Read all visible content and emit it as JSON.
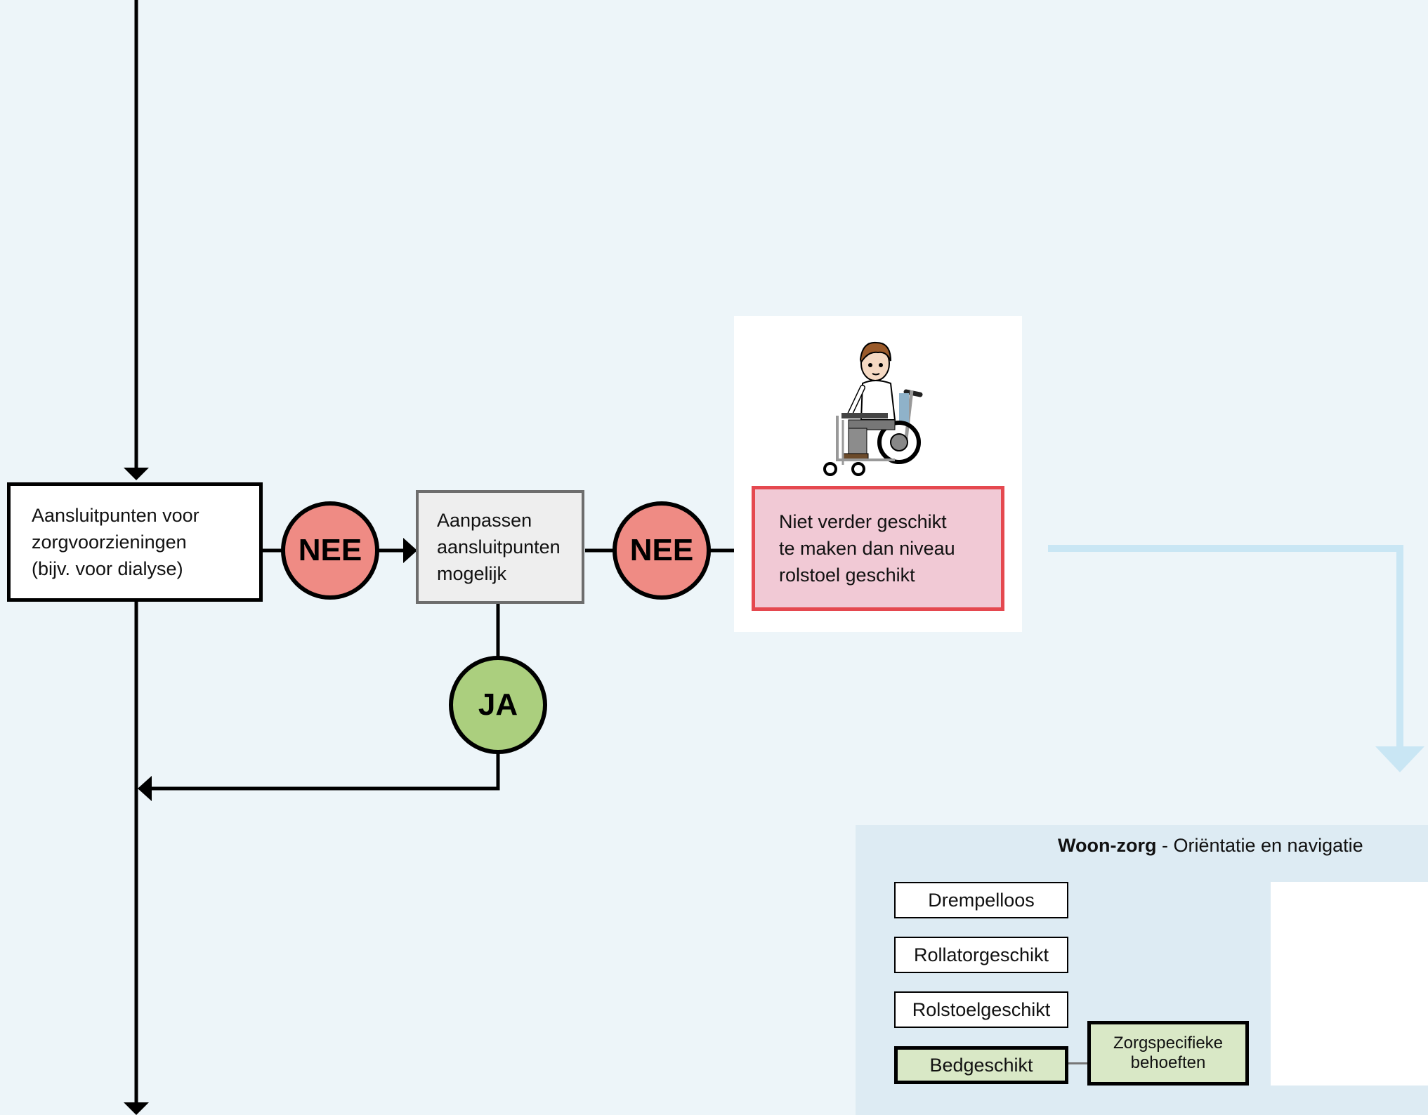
{
  "flow": {
    "box_aansluitpunten": "Aansluitpunten voor\nzorgvoorzieningen\n(bijv. voor dialyse)",
    "box_aanpassen": "Aanpassen\naansluitpunten\nmogelijk",
    "decision_nee_1": "NEE",
    "decision_nee_2": "NEE",
    "decision_ja": "JA",
    "result_box": "Niet verder geschikt\nte maken dan niveau\nrolstoel geschikt"
  },
  "panel": {
    "title_bold": "Woon-zorg",
    "title_rest": " - Oriëntatie en navigatie",
    "levels": [
      "Drempelloos",
      "Rollatorgeschikt",
      "Rolstoelgeschikt",
      "Bedgeschikt"
    ],
    "side_box": "Zorgspecifieke\nbehoeften"
  },
  "colors": {
    "background": "#edf5f9",
    "nee": "#ef8b84",
    "ja": "#abcf7e",
    "result_fill": "#f1c9d5",
    "result_border": "#e5484f",
    "connector": "#c9e6f4",
    "panel": "#ddebf3",
    "highlight": "#d9e8c6"
  },
  "illustration": "wheelchair-user-icon"
}
